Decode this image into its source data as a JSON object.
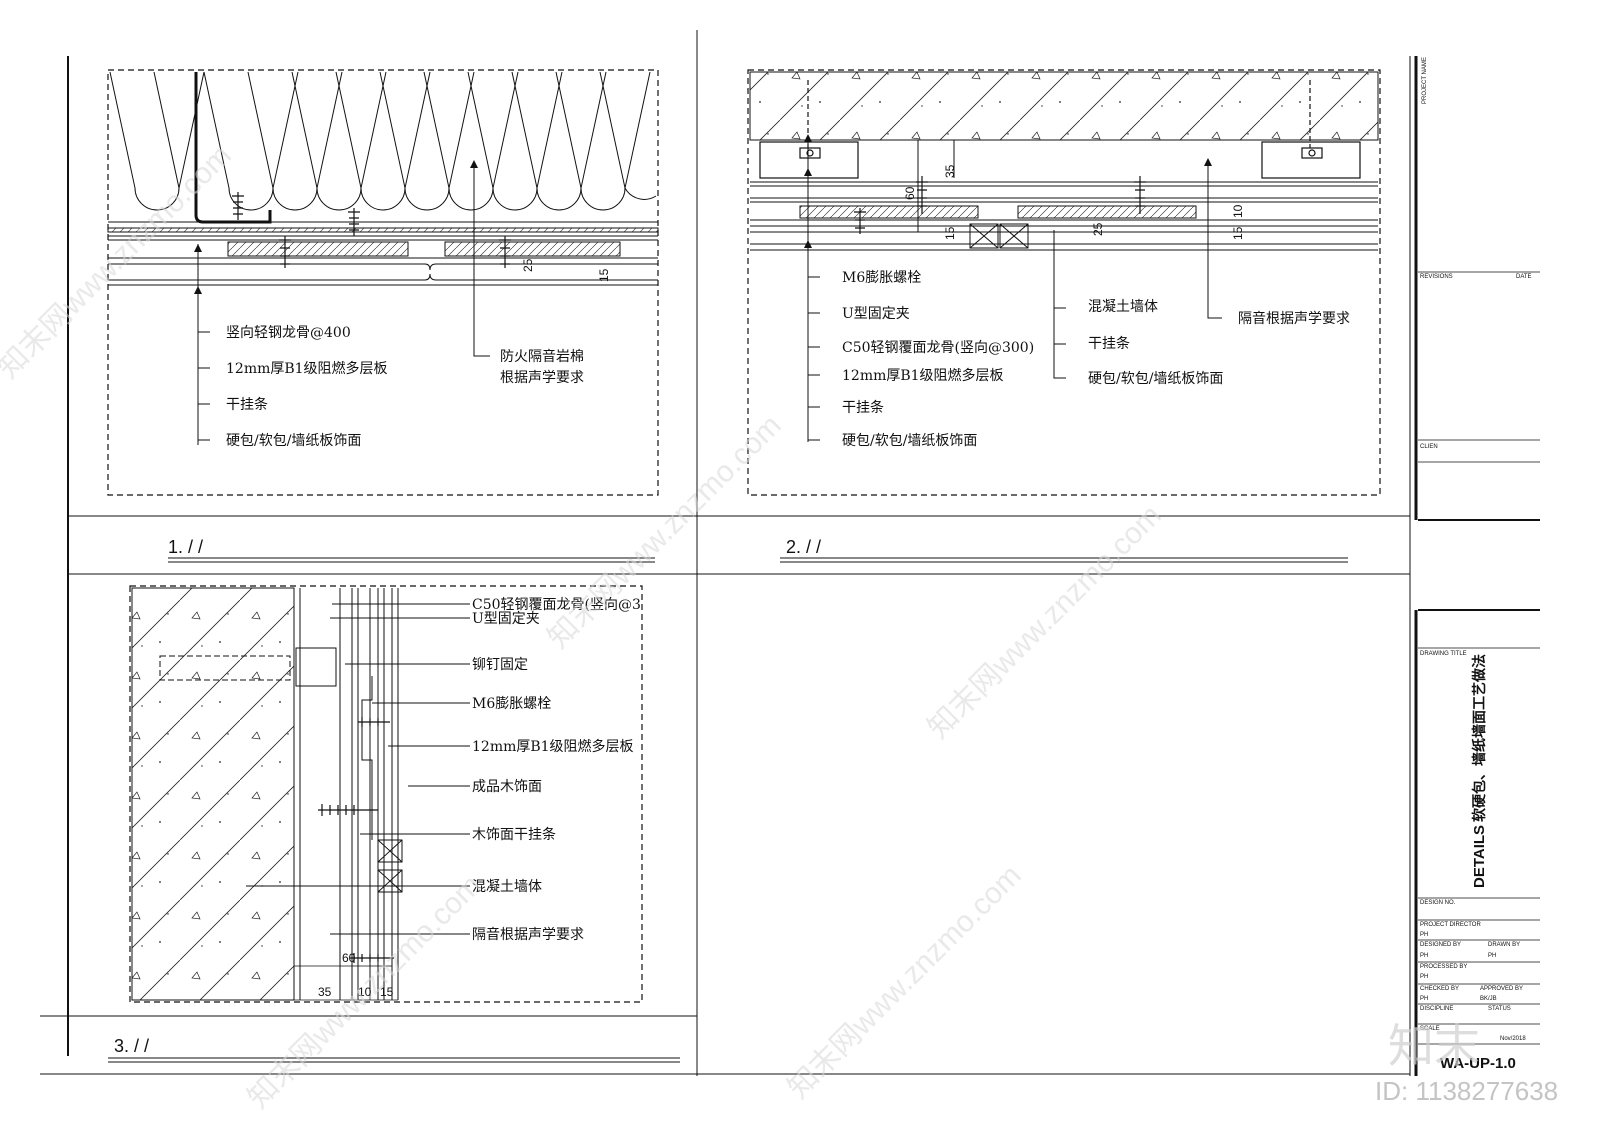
{
  "detail1": {
    "caption": "1.    /     /",
    "labels": [
      "竖向轻钢龙骨@400",
      "12mm厚B1级阻燃多层板",
      "干挂条",
      "硬包/软包/墙纸板饰面"
    ],
    "right_label_1": "防火隔音岩棉",
    "right_label_2": "根据声学要求",
    "dims": [
      "25",
      "15"
    ]
  },
  "detail2": {
    "caption": "2.    /     /",
    "left_labels": [
      "M6膨胀螺栓",
      "U型固定夹",
      "C50轻钢覆面龙骨(竖向@300)",
      "12mm厚B1级阻燃多层板",
      "干挂条",
      "硬包/软包/墙纸板饰面"
    ],
    "mid_labels": [
      "混凝土墙体",
      "干挂条",
      "硬包/软包/墙纸板饰面"
    ],
    "right_label": "隔音根据声学要求",
    "dims": [
      "35",
      "60",
      "15",
      "25",
      "10",
      "15"
    ]
  },
  "detail3": {
    "caption": "3.    /     /",
    "labels": [
      "C50轻钢覆面龙骨(竖向@3",
      "U型固定夹",
      "铆钉固定",
      "M6膨胀螺栓",
      "12mm厚B1级阻燃多层板",
      "成品木饰面",
      "木饰面干挂条",
      "混凝土墙体",
      "隔音根据声学要求"
    ],
    "dims": [
      "60",
      "35",
      "10",
      "15"
    ]
  },
  "titleblock": {
    "project_name": "PROJECT NAME",
    "revisions": "REVISIONS",
    "date": "DATE",
    "client": "CLIEN",
    "drawing_title": "DRAWING TITLE",
    "title_en": "DETAILS",
    "title_cn": "软硬包、墙纸墙面工艺做法",
    "design_no": "DESIGN NO.",
    "project_director": "PROJECT DIRECTOR",
    "pd_value": "PH",
    "designed_by": "DESIGNED BY",
    "drawn_by": "DRAWN BY",
    "designed_value": "PH",
    "drawn_value": "PH",
    "processed_by": "PROCESSED BY",
    "processed_value": "PH",
    "checked_by": "CHECKED BY",
    "approved_by": "APPROVED BY",
    "checked_value": "PH",
    "approved_value": "BK/JB",
    "discipline": "DISCIPLINE",
    "status": "STATUS",
    "scale": "SCALE",
    "date_value": "Nov/2018",
    "sheet_no": "WA-UP-1.0"
  },
  "watermark": {
    "text": "知末网www.znzmo.com",
    "logo": "知末",
    "id": "ID: 1138277638"
  }
}
